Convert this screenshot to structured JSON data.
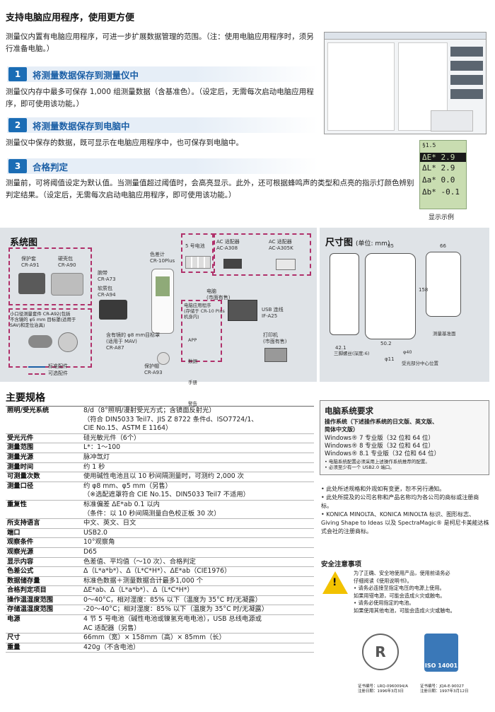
{
  "header": {
    "title": "支持电脑应用程序，使用更方便",
    "intro": "测量仪内置有电脑应用程序，可进一步扩展数据管理的范围。（注：使用电脑应用程序时，须另行准备电脑。）"
  },
  "sections": [
    {
      "num": "1",
      "title": "将测量数据保存到测量仪中",
      "body": "测量仪内存中最多可保存 1,000 组测量数据（含基准色）。（设定后，无需每次启动电脑应用程序，即可使用该功能。）"
    },
    {
      "num": "2",
      "title": "将测量数据保存到电脑中",
      "body": "测量仪中保存的数据，既可显示在电脑应用程序中，也可保存到电脑中。"
    },
    {
      "num": "3",
      "title": "合格判定",
      "body": "测量前，可将阈值设定为默认值。当测量值超过阈值时，会高亮显示。此外，还可根据蜂鸣声的类型和点亮的指示灯颜色辨别判定结果。（设定后，无需每次启动电脑应用程序，即可使用该功能。）"
    }
  ],
  "display": {
    "top": "§1.5",
    "rows": [
      "ΔE* 2.9",
      "ΔL* 2.9",
      "Δa* 0.0",
      "Δb* -0.1"
    ],
    "caption": "显示示例"
  },
  "system": {
    "title": "系统图",
    "labels": {
      "cap": "保护套\nCR-A91",
      "case": "硬壳包\nCR-A90",
      "meter": "色差计\nCR-10Plus",
      "batt": "5 号电池",
      "ac1": "AC 适配器\nAC-A308",
      "ac2": "AC 适配器\nAC-A305K",
      "strap": "腕带\nCR-A73",
      "soft": "软质包\nCR-A94",
      "pc": "电脑\n(市面有售)",
      "usb": "USB 连线\nIF-A25",
      "target": "小口径测量套件 CR-A92(包括\n不含镜的 φ5 mm 目标罩(适用于\nSAV)和定位治具)",
      "mav": "含有镜的 φ8 mm目标罩\n(适用于 MAV)\nCR-A87",
      "soft2": "电脑应用程序\n(存储于 CR-10 Plus\n机身内)",
      "app": [
        "APP",
        "数据",
        "手册",
        "警告"
      ],
      "printer": "打印机\n(市面有售)",
      "cover": "保护帽\nCR-A93",
      "legend_std": "标准配件",
      "legend_opt": "可选配件"
    }
  },
  "dims": {
    "title": "尺寸图",
    "unit": "(单位: mm)",
    "w": "85",
    "d": "66",
    "h": "158",
    "a": "42.1",
    "b": "50.2",
    "c": "φ11",
    "d2": "φ40",
    "tripod": "三脚螺丝(深度:6)",
    "center": "测量基准面",
    "meas": "受光部分中心位置"
  },
  "specs": {
    "title": "主要规格",
    "rows": [
      [
        "照明/受光系统",
        "8/d（8°照明/漫射受光方式；含镜面反射光）\n（符合 DIN5033 Teil7、JIS Z 8722 条件d、ISO7724/1、\nCIE No.15、ASTM E 1164）"
      ],
      [
        "受光元件",
        "硅光敏元件（6个）"
      ],
      [
        "测量范围",
        "L*：1～100"
      ],
      [
        "测量光源",
        "脉冲氙灯"
      ],
      [
        "测量时间",
        "约 1 秒"
      ],
      [
        "可测量次数",
        "使用碱性电池且以 10 秒间隔测量时，可测约 2,000 次"
      ],
      [
        "测量口径",
        "约 φ8 mm、φ5 mm（另售）\n（※选配遮罩符合 CIE No.15、DIN5033 Teil7 不适用）"
      ],
      [
        "重复性",
        "标准偏差 ΔE*ab 0.1 以内\n（条件：以 10 秒间隔测量白色校正板 30 次）"
      ],
      [
        "所支持语言",
        "中文、英文、日文"
      ],
      [
        "端口",
        "USB2.0"
      ],
      [
        "观察条件",
        "10°观察角"
      ],
      [
        "观察光源",
        "D65"
      ],
      [
        "显示内容",
        "色差值、平均值（～10 次）、合格判定"
      ],
      [
        "色差公式",
        "Δ（L*a*b*）、Δ（L*C*H*）、ΔE*ab（CIE1976）"
      ],
      [
        "数据储存量",
        "标准色数据＋测量数据合计最多1,000 个"
      ],
      [
        "合格判定项目",
        "ΔE*ab、Δ（L*a*b*）、Δ（L*C*H*）"
      ],
      [
        "操作温湿度范围",
        "0～40°C，相对湿度：85% 以下（温度为 35°C 时/无凝露）"
      ],
      [
        "存储温湿度范围",
        "-20～40°C；相对湿度：85% 以下（温度为 35°C 时/无凝露）"
      ],
      [
        "电源",
        "4 节 5 号电池（碱性电池或镍氢充电电池），USB 总线电源或\nAC 适配器（另售）"
      ],
      [
        "尺寸",
        "66mm（宽）× 158mm（高）× 85mm（长）"
      ],
      [
        "重量",
        "420g（不含电池）"
      ]
    ]
  },
  "pc": {
    "title": "电脑系统要求",
    "os_title": "操作系统（下述操作系统的日文版、英文版、\n简体中文版）",
    "os": [
      "Windows® 7 专业版（32 位和 64 位）",
      "Windows® 8 专业版（32 位和 64 位）",
      "Windows® 8.1 专业版（32 位和 64 位）"
    ],
    "notes": [
      "• 电脑系统配置必须采用上述操作系统推荐的配置。",
      "• 必须至少有一个 USB2.0 端口。"
    ]
  },
  "notes": [
    "• 此处所述规格和外观如有变更，恕不另行通知。",
    "• 此处所提及的公司名称和产品名称均为各公司的商标或注册商标。",
    "• KONICA MINOLTA、KONICA MINOLTA 标识、图形标志、Giving Shape to Ideas 以及 SpectraMagic® 是柯尼卡美能达株式会社的注册商标。"
  ],
  "safety": {
    "title": "安全注意事项",
    "text": [
      "为了正确、安全地使用产品，使用前请务必",
      "仔细阅读《使用说明书》。",
      "• 请务必连接至指定电压的电源上使用。",
      "  如果用错电源，可能会造成火灾或触电。",
      "• 请务必使用指定的电池。",
      "  如果使用其他电池，可能会造成火灾或触电。"
    ]
  },
  "certs": {
    "c1": "证书编号：LRQ-0960094/A\n注册日期：1996年3月3日",
    "c2": "证书编号：JQA-E-90027\n注册日期：1997年3月12日",
    "iso": "ISO 14001"
  }
}
